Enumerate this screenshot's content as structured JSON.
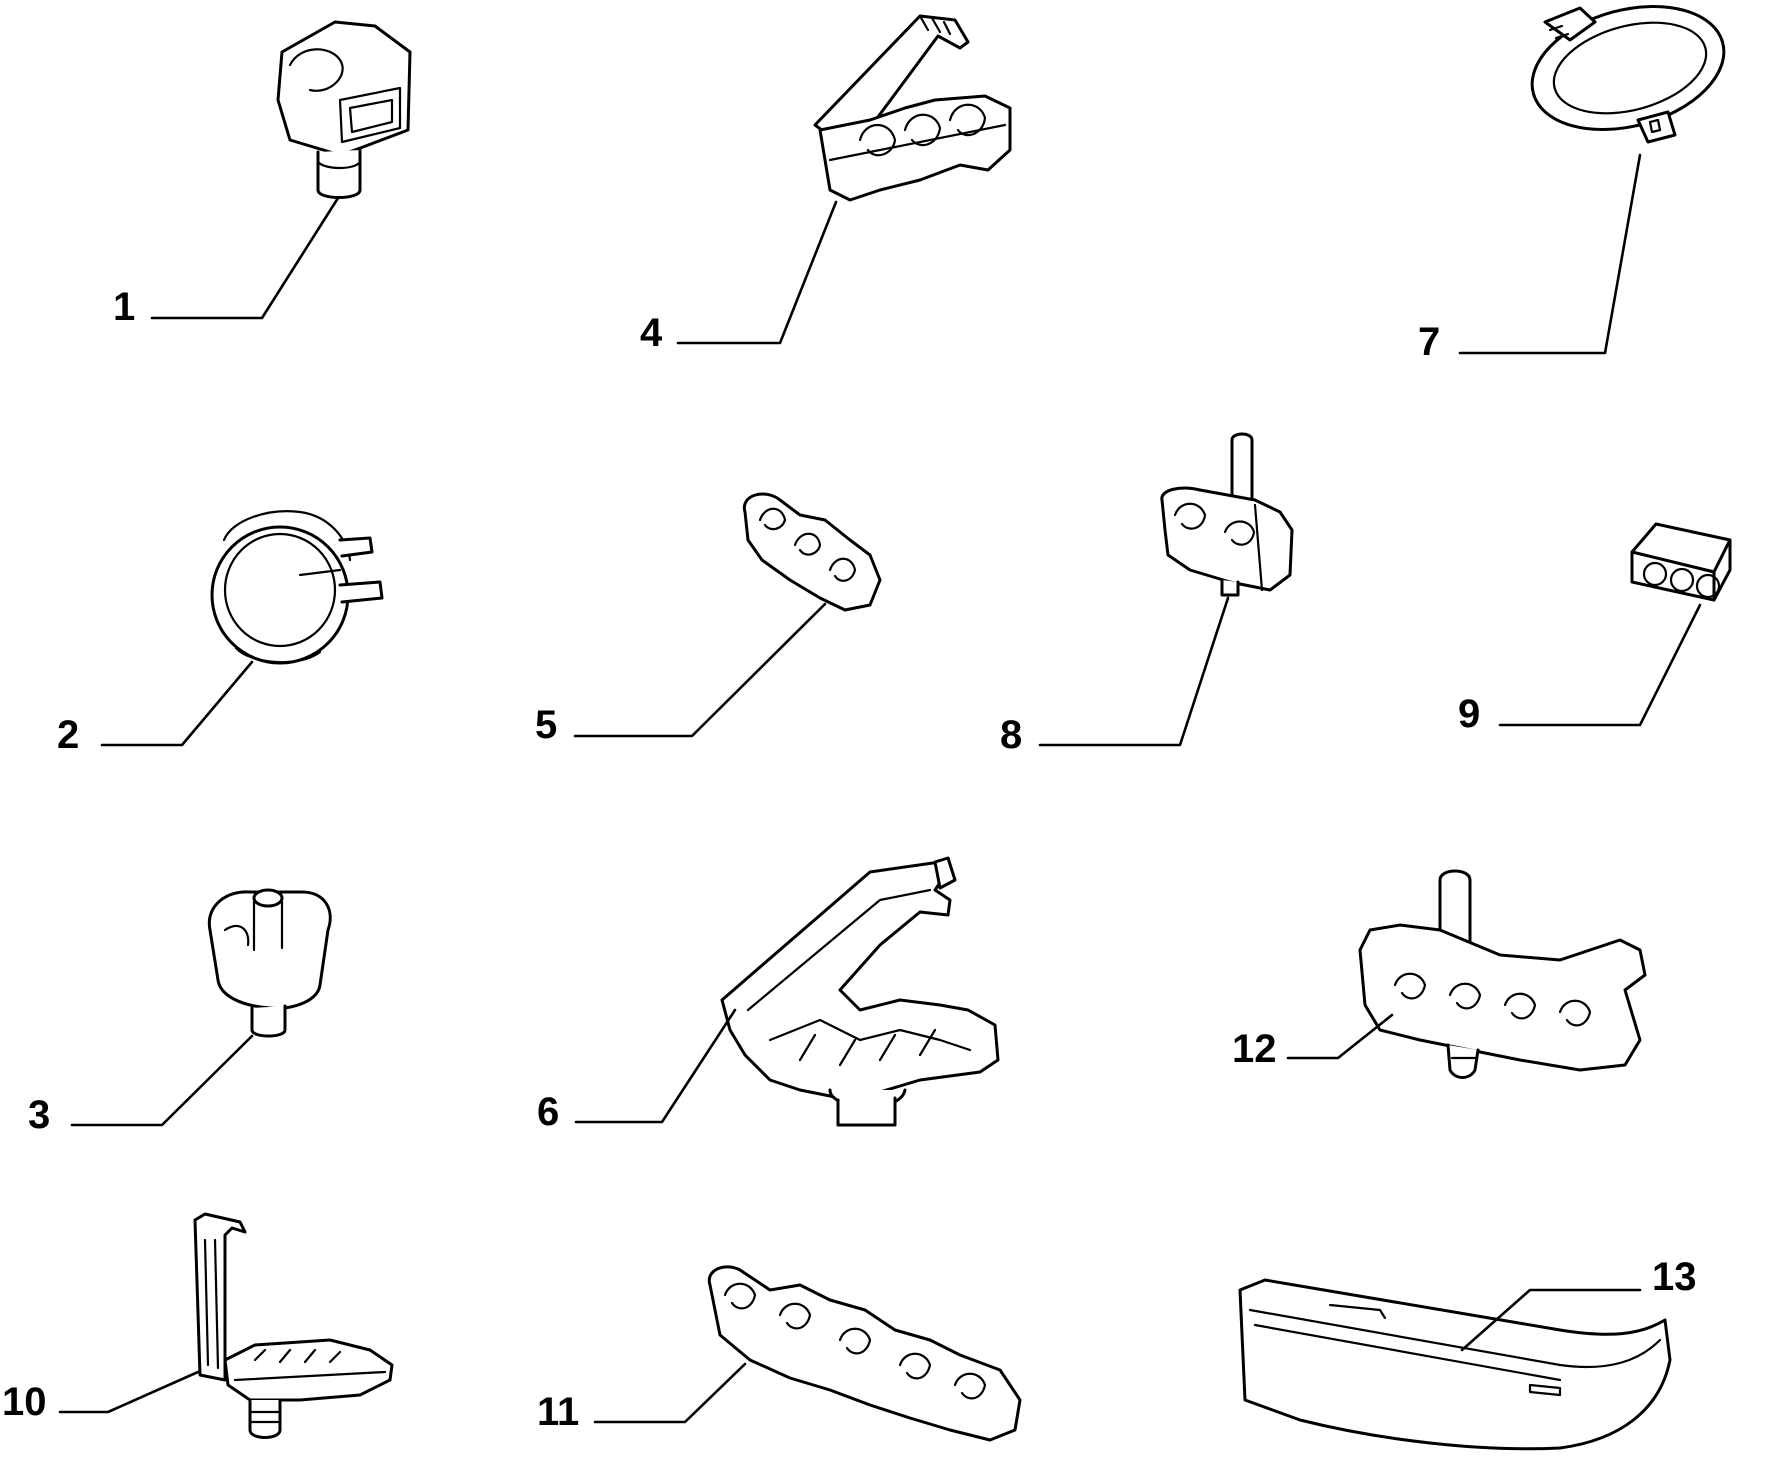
{
  "callouts": {
    "p1": "1",
    "p2": "2",
    "p3": "3",
    "p4": "4",
    "p5": "5",
    "p6": "6",
    "p7": "7",
    "p8": "8",
    "p9": "9",
    "p10": "10",
    "p11": "11",
    "p12": "12",
    "p13": "13"
  },
  "colors": {
    "ink": "#000000",
    "paper": "#ffffff"
  }
}
